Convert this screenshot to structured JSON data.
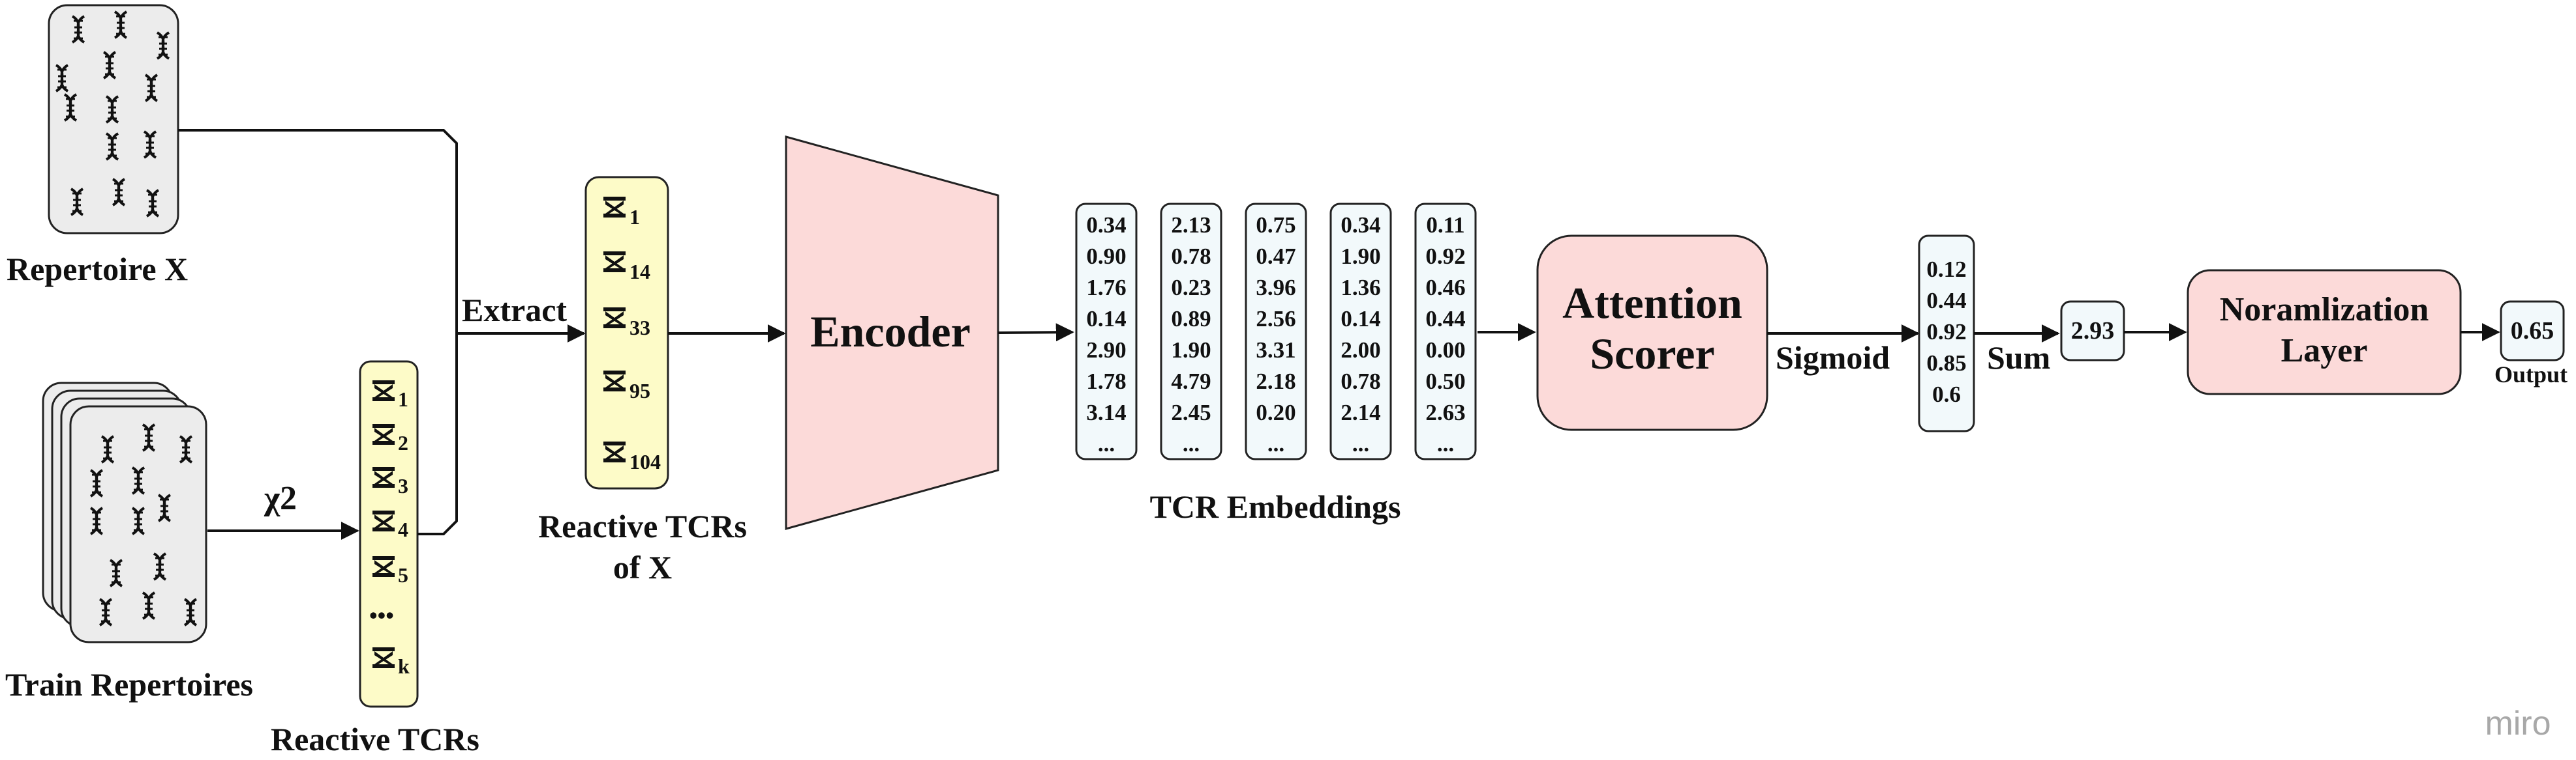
{
  "labels": {
    "repertoire_x": "Repertoire X",
    "train_repertoires": "Train Repertoires",
    "reactive_tcrs": "Reactive TCRs",
    "reactive_tcrs_of_x_line1": "Reactive TCRs",
    "reactive_tcrs_of_x_line2": "of X",
    "extract": "Extract",
    "chi2": "χ2",
    "encoder": "Encoder",
    "tcr_embeddings": "TCR Embeddings",
    "attention_line1": "Attention",
    "attention_line2": "Scorer",
    "sigmoid": "Sigmoid",
    "sum": "Sum",
    "sum_value": "2.93",
    "norm_line1": "Noramlization",
    "norm_line2": "Layer",
    "output_value": "0.65",
    "output": "Output",
    "watermark": "miro"
  },
  "reactive_tcrs_subscripts": [
    "1",
    "2",
    "3",
    "4",
    "5",
    "k"
  ],
  "reactive_tcrs_ellipsis": "•••",
  "reactive_x_subscripts": [
    "1",
    "14",
    "33",
    "95",
    "104"
  ],
  "embeddings": [
    [
      "0.34",
      "0.90",
      "1.76",
      "0.14",
      "2.90",
      "1.78",
      "3.14",
      "..."
    ],
    [
      "2.13",
      "0.78",
      "0.23",
      "0.89",
      "1.90",
      "4.79",
      "2.45",
      "..."
    ],
    [
      "0.75",
      "0.47",
      "3.96",
      "2.56",
      "3.31",
      "2.18",
      "0.20",
      "..."
    ],
    [
      "0.34",
      "1.90",
      "1.36",
      "0.14",
      "2.00",
      "0.78",
      "2.14",
      "..."
    ],
    [
      "0.11",
      "0.92",
      "0.46",
      "0.44",
      "0.00",
      "0.50",
      "2.63",
      "..."
    ]
  ],
  "sigmoid_values": [
    "0.12",
    "0.44",
    "0.92",
    "0.85",
    "0.6"
  ],
  "colors": {
    "yellow_fill": "#fdfbc8",
    "pink_fill": "#fcdad9",
    "blue_fill": "#f2f9fb",
    "gray_fill": "#ececec"
  }
}
